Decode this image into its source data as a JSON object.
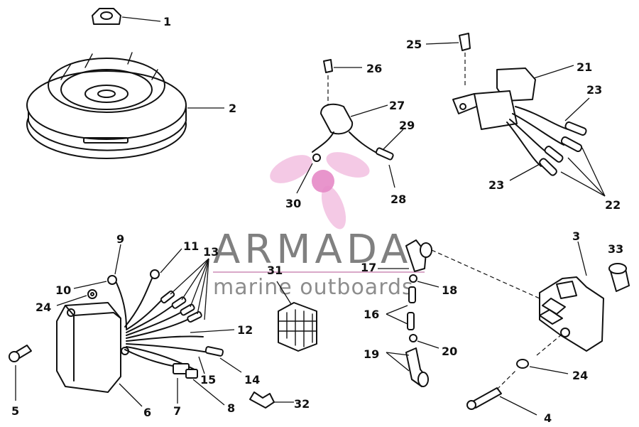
{
  "watermark": {
    "brand": "ARMADA",
    "tagline": "marine outboards",
    "colors": {
      "propeller": "#f2bfe0",
      "hub": "#e58ac6",
      "text": "#6b6b6b"
    }
  },
  "callouts": [
    "1",
    "2",
    "3",
    "4",
    "5",
    "6",
    "7",
    "8",
    "9",
    "10",
    "11",
    "12",
    "13",
    "14",
    "15",
    "16",
    "17",
    "18",
    "19",
    "20",
    "21",
    "22",
    "23",
    "23",
    "24",
    "24",
    "25",
    "26",
    "27",
    "28",
    "29",
    "30",
    "31",
    "32",
    "33"
  ]
}
